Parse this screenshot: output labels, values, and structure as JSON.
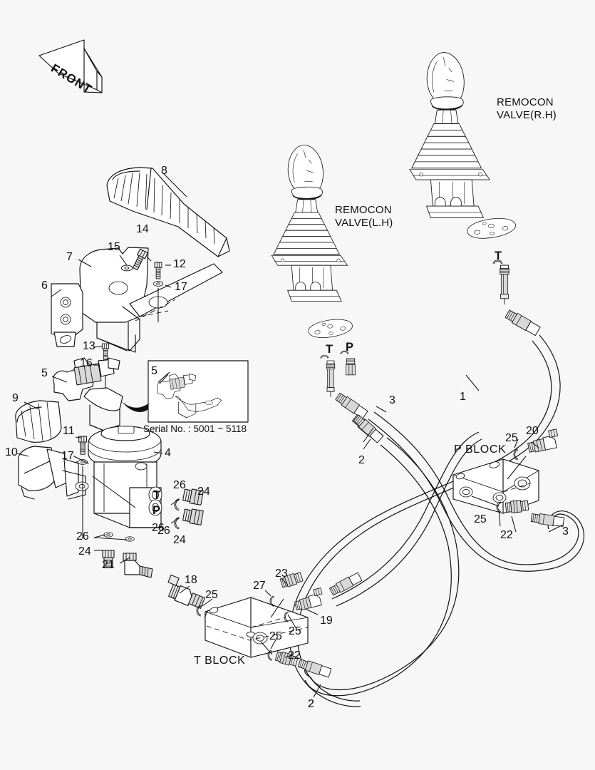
{
  "diagram": {
    "title": "Remocon valve and pedal hydraulic piping exploded view",
    "background_color": "#f7f7f7",
    "line_color": "#111111",
    "front_arrow": {
      "text": "FRONT"
    },
    "annotations": {
      "remocon_rh": "REMOCON\nVALVE(R.H)",
      "remocon_rh_line1": "REMOCON",
      "remocon_rh_line2": "VALVE(R.H)",
      "remocon_lh_line1": "REMOCON",
      "remocon_lh_line2": "VALVE(L.H)",
      "p_block": "P BLOCK",
      "t_block": "T BLOCK",
      "serial_note": "Serial No. : 5001 ~ 5118"
    },
    "port_marks": [
      {
        "id": "rh-T",
        "text": "T"
      },
      {
        "id": "lh-T",
        "text": "T"
      },
      {
        "id": "lh-P",
        "text": "P"
      },
      {
        "id": "mc-T",
        "text": "T"
      },
      {
        "id": "mc-P",
        "text": "P"
      }
    ],
    "callouts": [
      {
        "id": "c-8",
        "text": "8"
      },
      {
        "id": "c-14",
        "text": "14"
      },
      {
        "id": "c-15",
        "text": "15"
      },
      {
        "id": "c-12",
        "text": "12"
      },
      {
        "id": "c-17a",
        "text": "17"
      },
      {
        "id": "c-7",
        "text": "7"
      },
      {
        "id": "c-6",
        "text": "6"
      },
      {
        "id": "c-13",
        "text": "13"
      },
      {
        "id": "c-16",
        "text": "16"
      },
      {
        "id": "c-5a",
        "text": "5"
      },
      {
        "id": "c-5b",
        "text": "5"
      },
      {
        "id": "c-9",
        "text": "9"
      },
      {
        "id": "c-10",
        "text": "10"
      },
      {
        "id": "c-11",
        "text": "11"
      },
      {
        "id": "c-17b",
        "text": "17"
      },
      {
        "id": "c-4",
        "text": "4"
      },
      {
        "id": "c-26a",
        "text": "26"
      },
      {
        "id": "c-26b",
        "text": "26"
      },
      {
        "id": "c-26c",
        "text": "26"
      },
      {
        "id": "c-26d",
        "text": "26"
      },
      {
        "id": "c-24a",
        "text": "24"
      },
      {
        "id": "c-24b",
        "text": "24"
      },
      {
        "id": "c-24c",
        "text": "24"
      },
      {
        "id": "c-21",
        "text": "21"
      },
      {
        "id": "c-1",
        "text": "1"
      },
      {
        "id": "c-2a",
        "text": "2"
      },
      {
        "id": "c-2b",
        "text": "2"
      },
      {
        "id": "c-3a",
        "text": "3"
      },
      {
        "id": "c-3b",
        "text": "3"
      },
      {
        "id": "c-20",
        "text": "20"
      },
      {
        "id": "c-25a",
        "text": "25"
      },
      {
        "id": "c-25b",
        "text": "25"
      },
      {
        "id": "c-22a",
        "text": "22"
      },
      {
        "id": "c-18",
        "text": "18"
      },
      {
        "id": "c-25c",
        "text": "25"
      },
      {
        "id": "c-27",
        "text": "27"
      },
      {
        "id": "c-23",
        "text": "23"
      },
      {
        "id": "c-19",
        "text": "19"
      },
      {
        "id": "c-25d",
        "text": "25"
      },
      {
        "id": "c-25e",
        "text": "25"
      },
      {
        "id": "c-22b",
        "text": "22"
      },
      {
        "id": "c-2c",
        "text": "2"
      }
    ]
  }
}
